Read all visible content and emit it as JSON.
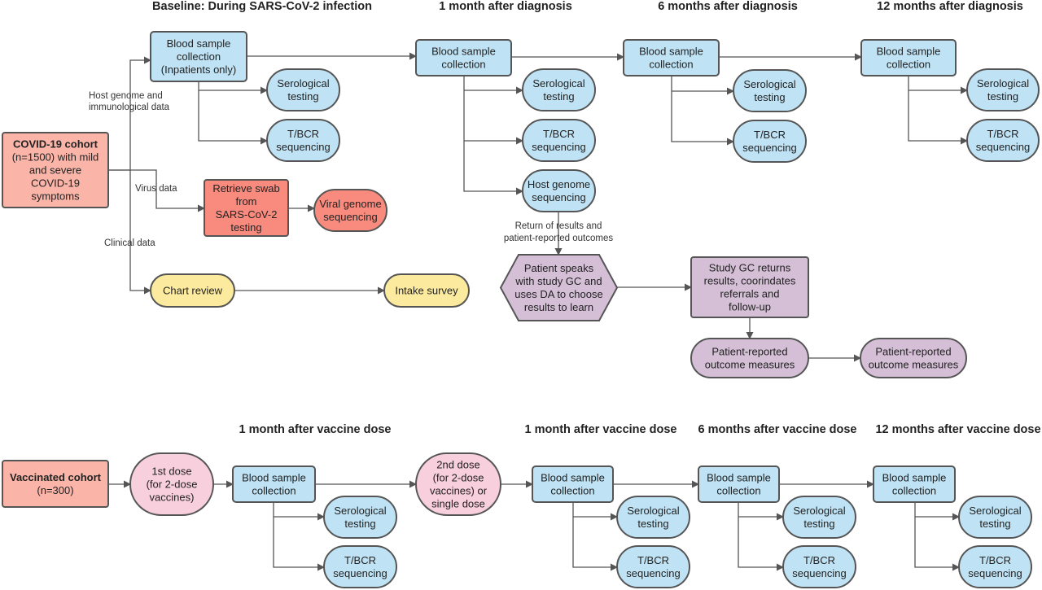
{
  "colors": {
    "blue": "#BFE3F5",
    "salmon": "#FAB4A8",
    "red": "#F98B7E",
    "yellow": "#FCEB9F",
    "purple": "#D4BFD6",
    "pink": "#F8CFDC",
    "stroke": "#555555"
  },
  "headers": {
    "baseline": "Baseline: During SARS-CoV-2 infection",
    "m1_diag": "1 month after diagnosis",
    "m6_diag": "6 months after diagnosis",
    "m12_diag": "12 months after diagnosis",
    "m1_vax_a": "1 month after vaccine dose",
    "m1_vax_b": "1 month after vaccine dose",
    "m6_vax": "6 months after vaccine dose",
    "m12_vax": "12 months after vaccine dose"
  },
  "nodes": {
    "covid_cohort": [
      "COVID-19 cohort",
      "(n=1500) with mild",
      "and severe",
      "COVID-19",
      "symptoms"
    ],
    "blood_base": [
      "Blood sample",
      "collection",
      "(Inpatients only)"
    ],
    "sero_base": [
      "Serological",
      "testing"
    ],
    "tbcr_base": [
      "T/BCR",
      "sequencing"
    ],
    "swab": [
      "Retrieve swab",
      "from",
      "SARS-CoV-2",
      "testing"
    ],
    "viral": [
      "Viral genome",
      "sequencing"
    ],
    "chart": [
      "Chart review"
    ],
    "intake": [
      "Intake survey"
    ],
    "blood_1m": [
      "Blood sample",
      "collection"
    ],
    "sero_1m": [
      "Serological",
      "testing"
    ],
    "tbcr_1m": [
      "T/BCR",
      "sequencing"
    ],
    "host_1m": [
      "Host genome",
      "sequencing"
    ],
    "patient_speaks": [
      "Patient speaks",
      "with study GC and",
      "uses DA to choose",
      "results to learn"
    ],
    "gc_returns": [
      "Study GC returns",
      "results, coorindates",
      "referrals and",
      "follow-up"
    ],
    "pro_1": [
      "Patient-reported",
      "outcome measures"
    ],
    "pro_2": [
      "Patient-reported",
      "outcome measures"
    ],
    "blood_6m": [
      "Blood sample",
      "collection"
    ],
    "sero_6m": [
      "Serological",
      "testing"
    ],
    "tbcr_6m": [
      "T/BCR",
      "sequencing"
    ],
    "blood_12m": [
      "Blood sample",
      "collection"
    ],
    "sero_12m": [
      "Serological",
      "testing"
    ],
    "tbcr_12m": [
      "T/BCR",
      "sequencing"
    ],
    "vax_cohort": [
      "Vaccinated cohort",
      "(n=300)"
    ],
    "dose1": [
      "1st dose",
      "(for 2-dose",
      "vaccines)"
    ],
    "vblood_a": [
      "Blood sample",
      "collection"
    ],
    "vsero_a": [
      "Serological",
      "testing"
    ],
    "vtbcr_a": [
      "T/BCR",
      "sequencing"
    ],
    "dose2": [
      "2nd dose",
      "(for 2-dose",
      "vaccines) or",
      "single dose"
    ],
    "vblood_b": [
      "Blood sample",
      "collection"
    ],
    "vsero_b": [
      "Serological",
      "testing"
    ],
    "vtbcr_b": [
      "T/BCR",
      "sequencing"
    ],
    "vblood_c": [
      "Blood sample",
      "collection"
    ],
    "vsero_c": [
      "Serological",
      "testing"
    ],
    "vtbcr_c": [
      "T/BCR",
      "sequencing"
    ],
    "vblood_d": [
      "Blood sample",
      "collection"
    ],
    "vsero_d": [
      "Serological",
      "testing"
    ],
    "vtbcr_d": [
      "T/BCR",
      "sequencing"
    ]
  },
  "edge_labels": {
    "host_genome": [
      "Host genome and",
      "immunological data"
    ],
    "virus": [
      "Virus data"
    ],
    "clinical": [
      "Clinical data"
    ],
    "return_results": [
      "Return of results and",
      "patient-reported outcomes"
    ]
  }
}
